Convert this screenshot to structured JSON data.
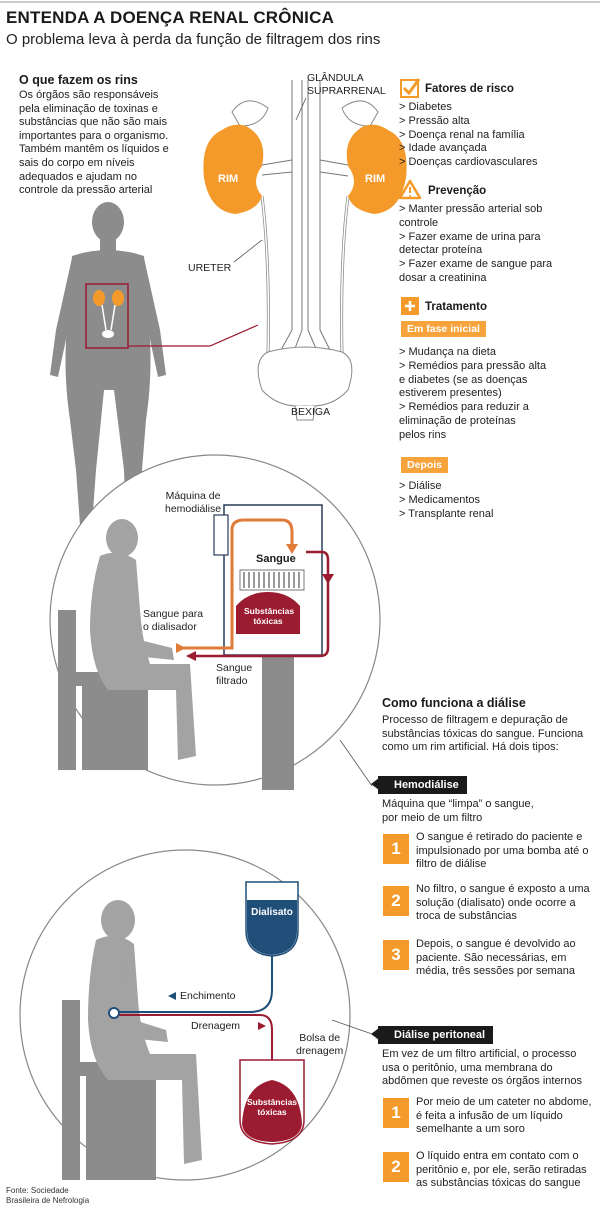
{
  "header": {
    "title": "ENTENDA A DOENÇA RENAL CRÔNICA",
    "subtitle": "O problema leva à perda da função de filtragem dos rins"
  },
  "what_kidneys_do": {
    "heading": "O que fazem os rins",
    "lines": [
      "Os órgãos são responsáveis",
      "pela eliminação de toxinas e",
      "substâncias que não são mais",
      "importantes para o organismo.",
      "Também mantêm os líquidos e",
      "sais do corpo em níveis",
      "adequados e ajudam no",
      "controle da pressão arterial"
    ]
  },
  "anatomy": {
    "gland_label_1": "GLÂNDULA",
    "gland_label_2": "SUPRARRENAL",
    "kidney_left": "RIM",
    "kidney_right": "RIM",
    "ureter": "URETER",
    "bladder": "BEXIGA"
  },
  "risk_factors": {
    "heading": "Fatores de risco",
    "items": [
      "> Diabetes",
      "> Pressão alta",
      "> Doença renal na família",
      "> Idade avançada",
      "> Doenças cardiovasculares"
    ]
  },
  "prevention": {
    "heading": "Prevenção",
    "lines": [
      "> Manter pressão arterial sob",
      "controle",
      "> Fazer exame de urina para",
      "detectar proteína",
      "> Fazer exame de sangue para",
      "dosar a creatinina"
    ]
  },
  "treatment": {
    "heading": "Tratamento",
    "early_tag": "Em fase inicial",
    "early_lines": [
      "> Mudança na dieta",
      "> Remédios para pressão alta",
      "e diabetes (se as doenças",
      "estiverem presentes)",
      "> Remédios para reduzir a",
      "eliminação de proteínas",
      "pelos rins"
    ],
    "later_tag": "Depois",
    "later_lines": [
      "> Diálise",
      "> Medicamentos",
      "> Transplante renal"
    ]
  },
  "hemodialysis_diagram": {
    "machine_1": "Máquina de",
    "machine_2": "hemodiálise",
    "blood": "Sangue",
    "toxins_1": "Substâncias",
    "toxins_2": "tóxicas",
    "to_dialyzer_1": "Sangue para",
    "to_dialyzer_2": "o dialisador",
    "filtered_1": "Sangue",
    "filtered_2": "filtrado"
  },
  "dialysis": {
    "heading": "Como funciona a diálise",
    "lines": [
      "Processo de filtragem e depuração de",
      "substâncias tóxicas do sangue. Funciona",
      "como um rim artificial. Há dois tipos:"
    ],
    "hemo_tag": "Hemodiálise",
    "hemo_desc": [
      "Máquina que “limpa” o sangue,",
      "por meio de um filtro"
    ],
    "hemo_steps": [
      {
        "n": "1",
        "lines": [
          "O sangue é retirado do paciente e",
          "impulsionado por uma bomba até o",
          "filtro de diálise"
        ]
      },
      {
        "n": "2",
        "lines": [
          "No filtro, o sangue é exposto a uma",
          "solução (dialisato) onde ocorre a",
          "troca de substâncias"
        ]
      },
      {
        "n": "3",
        "lines": [
          "Depois, o sangue é devolvido ao",
          "paciente. São necessárias, em",
          "média, três sessões por semana"
        ]
      }
    ],
    "peri_tag": "Diálise peritoneal",
    "peri_desc": [
      "Em vez de um filtro artificial, o processo",
      "usa o peritônio, uma membrana do",
      "abdômen que reveste os órgãos internos"
    ],
    "peri_steps": [
      {
        "n": "1",
        "lines": [
          "Por meio de um cateter no abdome,",
          "é feita a infusão de um líquido",
          "semelhante a um soro"
        ]
      },
      {
        "n": "2",
        "lines": [
          "O líquido entra em contato com o",
          "peritônio e, por ele, serão retiradas",
          "as substâncias tóxicas do sangue"
        ]
      }
    ]
  },
  "peritoneal_diagram": {
    "dialysate": "Dialisato",
    "filling": "Enchimento",
    "drainage": "Drenagem",
    "bag_1": "Bolsa de",
    "bag_2": "drenagem",
    "toxins_1": "Substâncias",
    "toxins_2": "tóxicas"
  },
  "source": {
    "line1": "Fonte: Sociedade",
    "line2": "Brasileira de Nefrologia"
  },
  "colors": {
    "orange": "#f39a2a",
    "dark_red": "#9b1b30",
    "navy": "#1f4e79",
    "grey": "#8a8a8a"
  }
}
